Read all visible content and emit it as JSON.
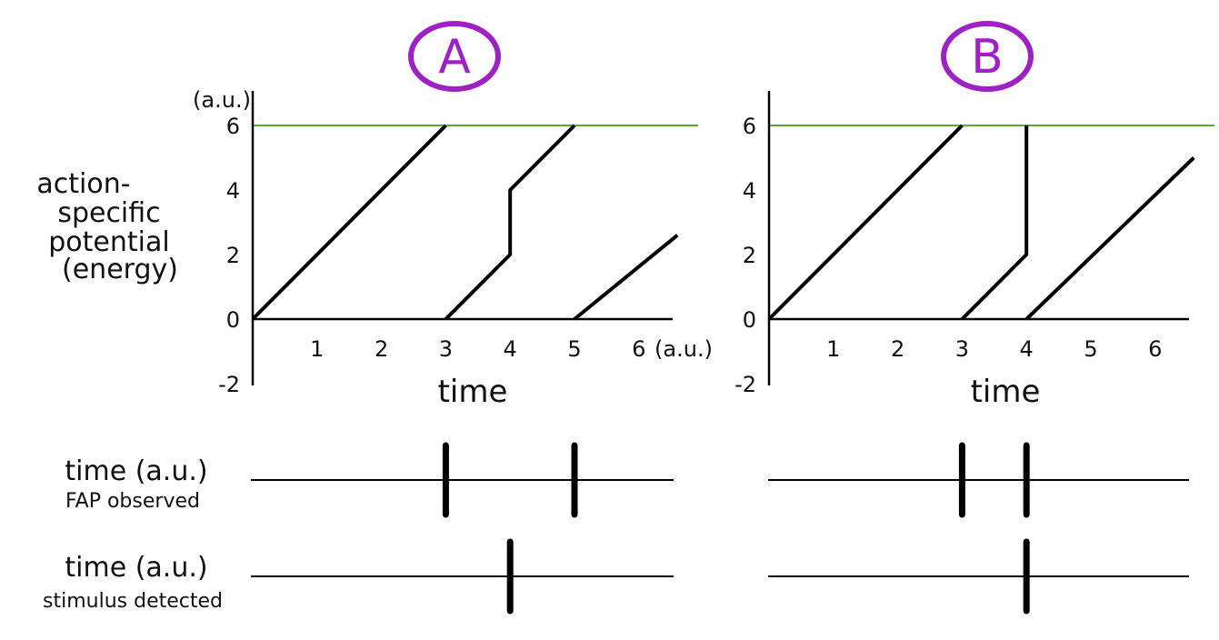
{
  "chart_data": [
    {
      "type": "line",
      "panel_label": "A",
      "y_unit": "(a.u.)",
      "x_unit": "(a.u.)",
      "ylabel": [
        "action-",
        "specific",
        "potential",
        "(energy)"
      ],
      "xlabel": "time",
      "xlim": [
        0,
        6.6
      ],
      "ylim": [
        -2,
        7
      ],
      "xticks": [
        1,
        2,
        3,
        4,
        5,
        6
      ],
      "yticks": [
        -2,
        0,
        2,
        4,
        6
      ],
      "threshold": {
        "value": 6,
        "color": "#55aa33"
      },
      "series": [
        {
          "x": [
            0,
            3
          ],
          "y": [
            0,
            6
          ]
        },
        {
          "x": [
            3,
            4,
            4,
            5
          ],
          "y": [
            0,
            2,
            4,
            6
          ]
        },
        {
          "x": [
            5,
            6.6
          ],
          "y": [
            0,
            2.6
          ]
        }
      ],
      "timelines": [
        {
          "label": "time (a.u.)",
          "sublabel": "FAP observed",
          "events": [
            3,
            5
          ]
        },
        {
          "label": "time (a.u.)",
          "sublabel": "stimulus detected",
          "events": [
            4
          ]
        }
      ]
    },
    {
      "type": "line",
      "panel_label": "B",
      "xlabel": "time",
      "xlim": [
        0,
        6.6
      ],
      "ylim": [
        -2,
        7
      ],
      "xticks": [
        1,
        2,
        3,
        4,
        5,
        6
      ],
      "yticks": [
        -2,
        0,
        2,
        4,
        6
      ],
      "threshold": {
        "value": 6,
        "color": "#55aa33"
      },
      "series": [
        {
          "x": [
            0,
            3
          ],
          "y": [
            0,
            6
          ]
        },
        {
          "x": [
            3,
            4,
            4
          ],
          "y": [
            0,
            2,
            6
          ]
        },
        {
          "x": [
            4,
            6.6
          ],
          "y": [
            0,
            5
          ]
        }
      ],
      "timelines": [
        {
          "events": [
            3,
            4
          ]
        },
        {
          "events": [
            4
          ]
        }
      ]
    }
  ],
  "colors": {
    "panel_label": "#a020c8",
    "threshold": "#55aa33",
    "ink": "#000000"
  }
}
